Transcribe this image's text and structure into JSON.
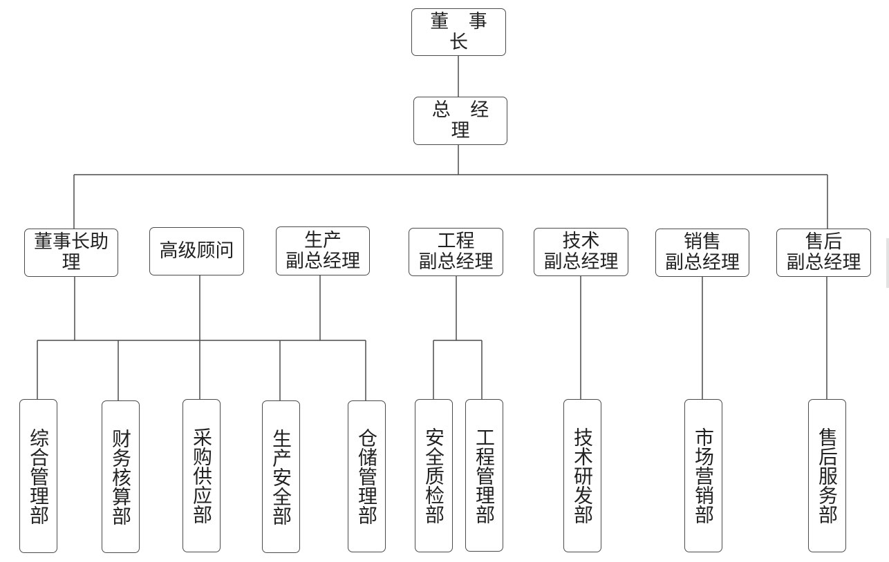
{
  "org": {
    "chairman": "董 事 长",
    "general_manager": "总 经 理",
    "level2": [
      {
        "line1": "董事长助理",
        "line2": ""
      },
      {
        "line1": "高级顾问",
        "line2": ""
      },
      {
        "line1": "生产",
        "line2": "副总经理"
      },
      {
        "line1": "工程",
        "line2": "副总经理"
      },
      {
        "line1": "技术",
        "line2": "副总经理"
      },
      {
        "line1": "销售",
        "line2": "副总经理"
      },
      {
        "line1": "售后",
        "line2": "副总经理"
      }
    ],
    "departments": [
      "综合管理部",
      "财务核算部",
      "采购供应部",
      "生产安全部",
      "仓储管理部",
      "安全质检部",
      "工程管理部",
      "技术研发部",
      "市场营销部",
      "售后服务部"
    ]
  }
}
